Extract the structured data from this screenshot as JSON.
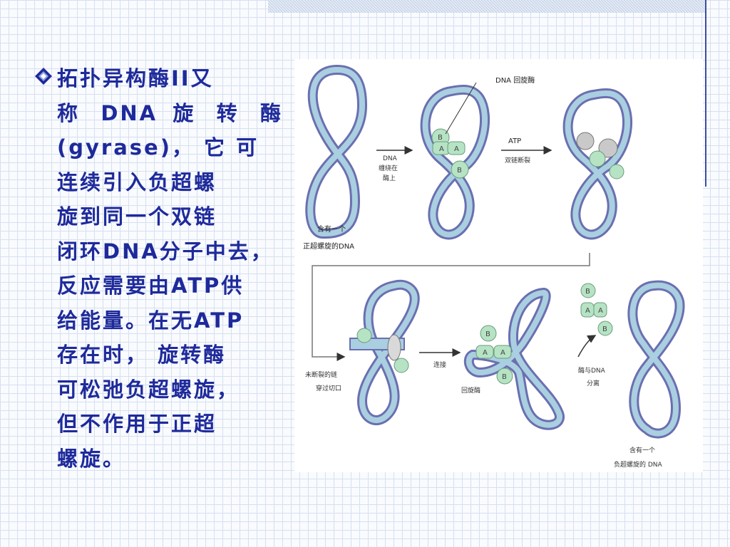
{
  "text": {
    "lines": [
      "拓扑异构酶II又",
      "称 DNA 旋 转 酶",
      "(gyrase)， 它 可",
      "连续引入负超螺",
      "旋到同一个双链",
      "闭环DNA分子中去，",
      "反应需要由ATP供",
      "给能量。在无ATP",
      "存在时， 旋转酶",
      "可松弛负超螺旋，",
      "但不作用于正超",
      "螺旋。"
    ]
  },
  "figure": {
    "label_gyrase": "DNA 回旋酶",
    "label_atp": "ATP",
    "label_bind": [
      "DNA",
      "缠绕在",
      "酶上"
    ],
    "label_break": "双链断裂",
    "label_pos": [
      "含有一个",
      "正超螺旋的DNA"
    ],
    "label_unbroken": [
      "未断裂的链",
      "穿过切口"
    ],
    "label_ligate": "连接",
    "label_gyrase2": "回旋酶",
    "label_release": [
      "酶与DNA",
      "分离"
    ],
    "label_neg": [
      "含有一个",
      "负超螺旋的 DNA"
    ],
    "subunit_a": "A",
    "subunit_b": "B"
  },
  "colors": {
    "text": "#1e2a9b",
    "dna_dark": "#6b6fb0",
    "dna_light": "#a9cfe0",
    "enzyme": "#b6e3c4"
  }
}
